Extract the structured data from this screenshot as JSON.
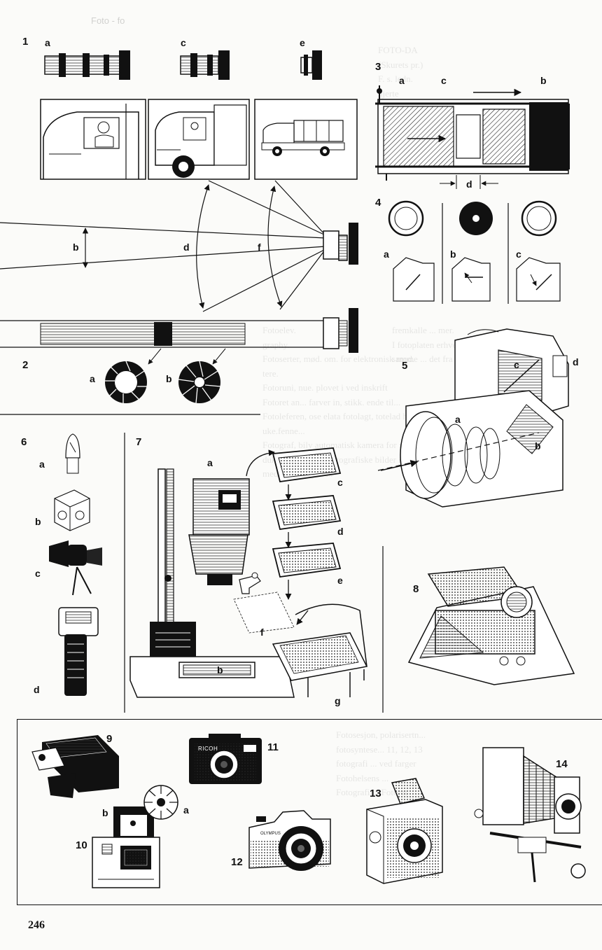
{
  "running_head": "Foto - fo",
  "page_number": "246",
  "figures": {
    "f1": {
      "number": "1",
      "labels": {
        "a": "a",
        "b": "b",
        "c": "c",
        "d": "d",
        "e": "e",
        "f": "f"
      }
    },
    "f2": {
      "number": "2",
      "labels": {
        "a": "a",
        "b": "b"
      }
    },
    "f3": {
      "number": "3",
      "labels": {
        "a": "a",
        "b": "b",
        "c": "c",
        "d": "d"
      }
    },
    "f4": {
      "number": "4",
      "labels": {
        "a": "a",
        "b": "b",
        "c": "c"
      }
    },
    "f5": {
      "number": "5",
      "labels": {
        "a": "a",
        "b": "b",
        "c": "c",
        "d": "d"
      }
    },
    "f6": {
      "number": "6",
      "labels": {
        "a": "a",
        "b": "b",
        "c": "c",
        "d": "d"
      }
    },
    "f7": {
      "number": "7",
      "labels": {
        "a": "a",
        "b": "b",
        "c": "c",
        "d": "d",
        "e": "e",
        "f": "f",
        "g": "g"
      }
    },
    "f8": {
      "number": "8"
    },
    "f9": {
      "number": "9"
    },
    "f10": {
      "number": "10",
      "labels": {
        "a": "a",
        "b": "b"
      }
    },
    "f11": {
      "number": "11",
      "brand": "RICOH"
    },
    "f12": {
      "number": "12",
      "brand": "OLYMPUS"
    },
    "f13": {
      "number": "13"
    },
    "f14": {
      "number": "14"
    }
  },
  "bleed_through": {
    "col_right_top": [
      "FOTO-DA",
      "(Skurets pr.)",
      "F. s. ledn.",
      "hjerte"
    ],
    "col_mid_1": [
      "Fotoelev.",
      "graphy.",
      "Fotoserter, mød. om. for elektronisk mod.",
      "tere.",
      "Fotoruni, nue. plovet i ved inskrift",
      "Fotoret an... farver in, stikk. ende til...",
      "Fotoleferen, ose elata fotolagt, totelad hur...",
      "uke.fenne...",
      "Fotograf, bily automatisk kamera for repro-",
      "duksjon, f.eks. av fotografiske bilder i",
      "med faste hasjon ..."
    ],
    "col_right_mid": [
      "fremkalle ... mer.",
      "I fotoplaten erhver ... materialet...",
      "samme ... det fra ... bort..."
    ],
    "col_bottom": [
      "Fotosesjon, polarisertn...",
      "fotosyntese... 11, 12, 13",
      "fotografi ... ved farger",
      "Fotohelsens ...",
      "Fotografi ... Fotoret"
    ]
  }
}
